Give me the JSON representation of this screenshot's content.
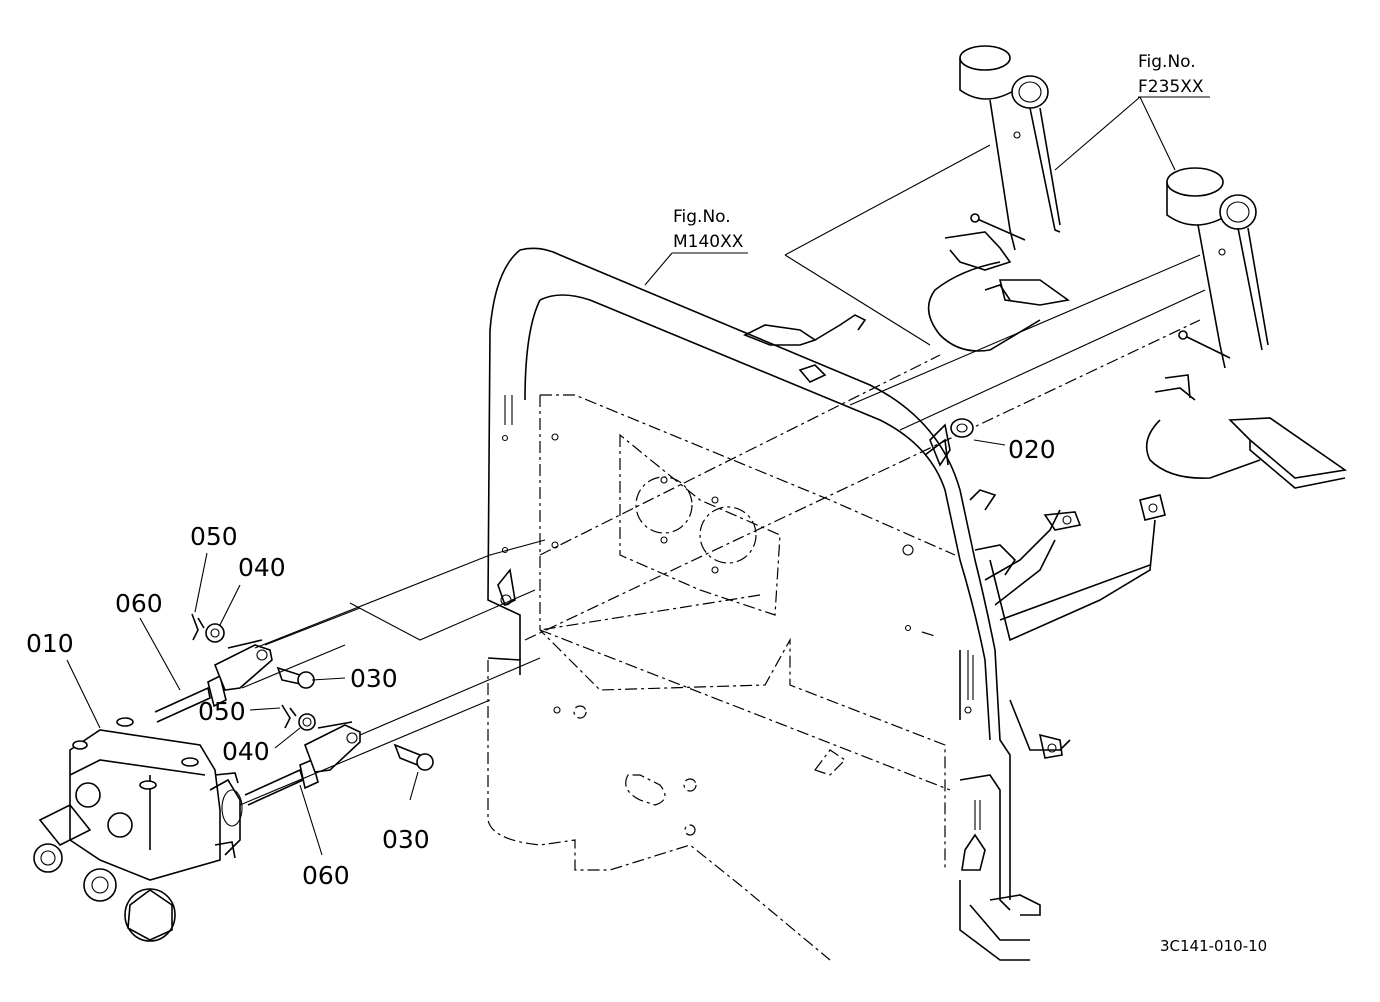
{
  "figure_refs": {
    "pedals": {
      "line1": "Fig.No.",
      "line2": "F235XX"
    },
    "panel": {
      "line1": "Fig.No.",
      "line2": "M140XX"
    }
  },
  "callouts": [
    {
      "id": "c010",
      "label": "010"
    },
    {
      "id": "c020",
      "label": "020"
    },
    {
      "id": "c030a",
      "label": "030"
    },
    {
      "id": "c030b",
      "label": "030"
    },
    {
      "id": "c040a",
      "label": "040"
    },
    {
      "id": "c040b",
      "label": "040"
    },
    {
      "id": "c050a",
      "label": "050"
    },
    {
      "id": "c050b",
      "label": "050"
    },
    {
      "id": "c060a",
      "label": "060"
    },
    {
      "id": "c060b",
      "label": "060"
    }
  ],
  "drawing_code": "3C141-010-10"
}
